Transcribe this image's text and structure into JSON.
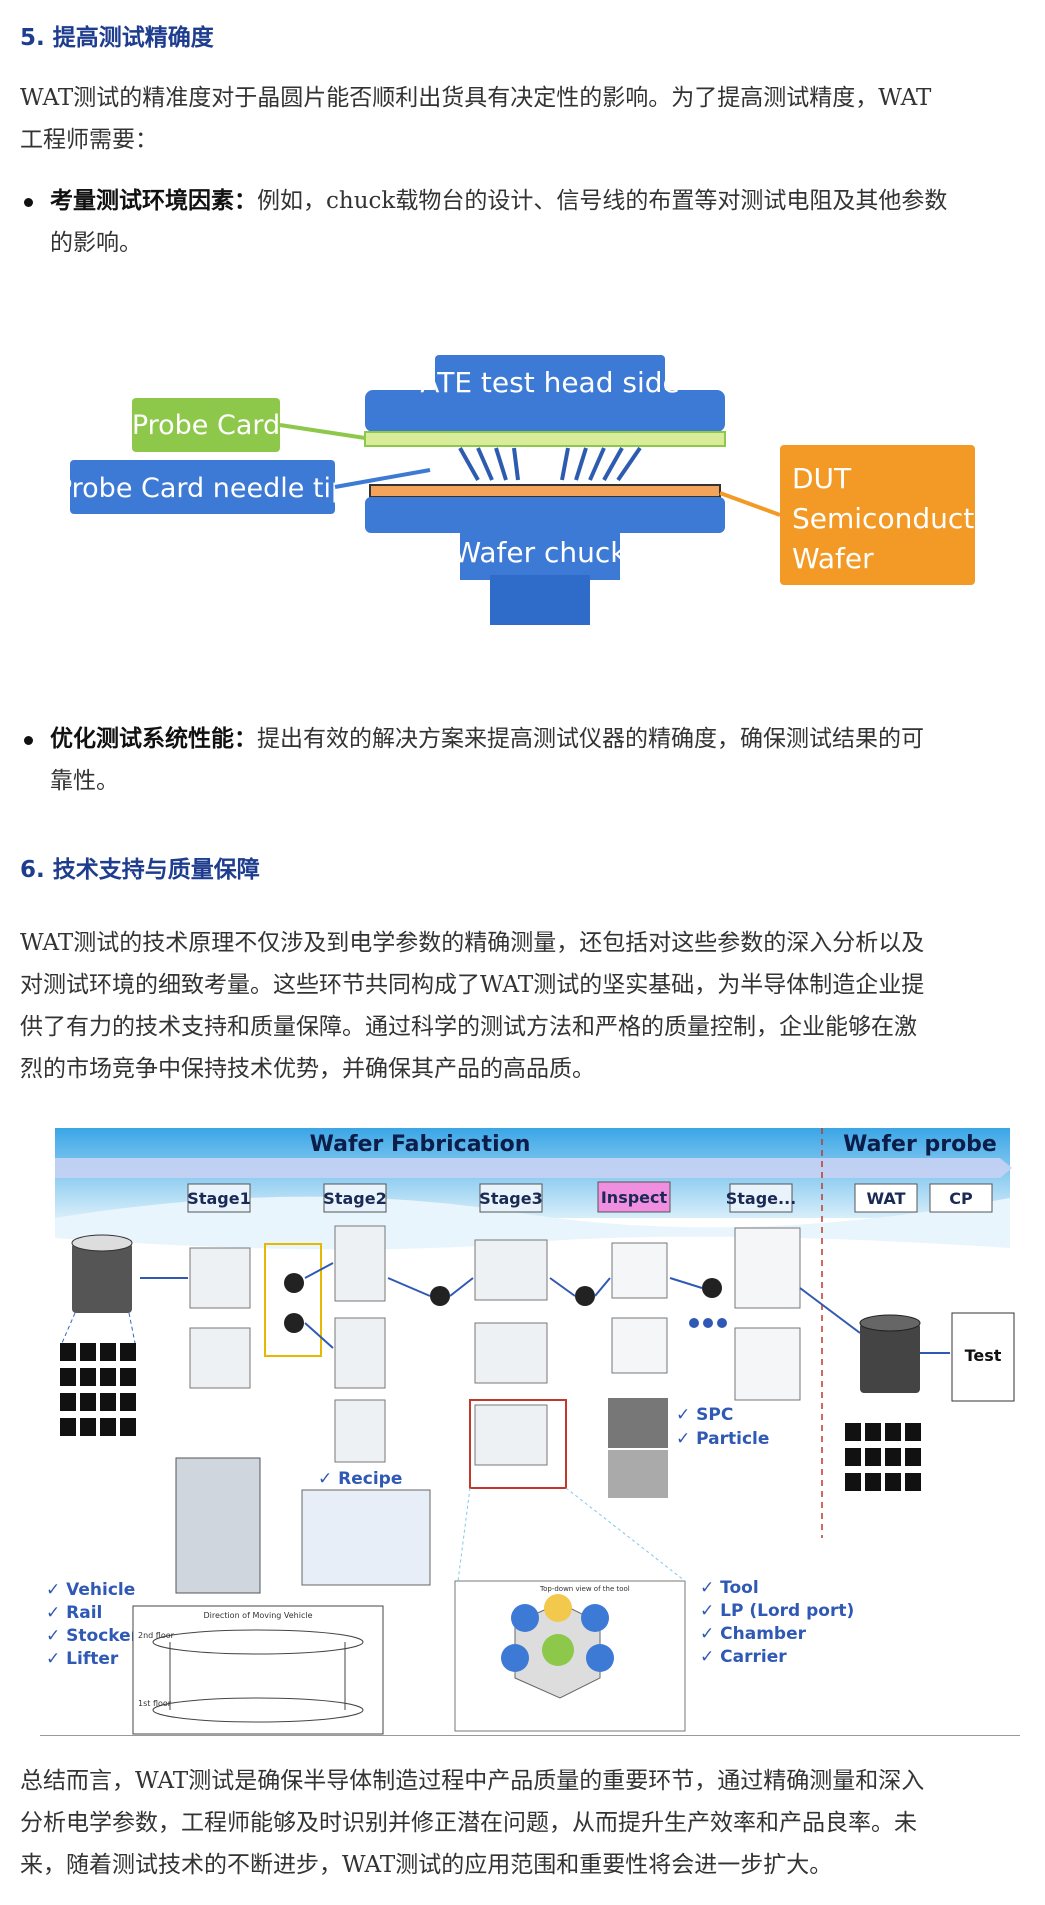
{
  "s5": {
    "heading": "5. 提高测试精确度",
    "intro_l1": "WAT测试的精准度对于晶圆片能否顺利出货具有决定性的影响。为了提高测试精度，WAT",
    "intro_l2": "工程师需要：",
    "b1_bold": "考量测试环境因素：",
    "b1_text": "例如，chuck载物台的设计、信号线的布置等对测试电阻及其他参数",
    "b1_text2": "的影响。",
    "b2_bold": "优化测试系统性能：",
    "b2_text": "提出有效的解决方案来提高测试仪器的精确度，确保测试结果的可",
    "b2_text2": "靠性。"
  },
  "diagram1": {
    "ate": "ATE test head side",
    "probe_card": "Probe Card",
    "needle": "Probe Card needle tip",
    "chuck": "Wafer chuck",
    "dut1": "DUT",
    "dut2": "Semiconductor",
    "dut3": "Wafer"
  },
  "s6": {
    "heading": "6. 技术支持与质量保障",
    "p1": "WAT测试的技术原理不仅涉及到电学参数的精确测量，还包括对这些参数的深入分析以及",
    "p2": "对测试环境的细致考量。这些环节共同构成了WAT测试的坚实基础，为半导体制造企业提",
    "p3": "供了有力的技术支持和质量保障。通过科学的测试方法和严格的质量控制，企业能够在激",
    "p4": "烈的市场竞争中保持技术优势，并确保其产品的高品质。"
  },
  "diagram2": {
    "fab": "Wafer Fabrication",
    "probe": "Wafer probe",
    "stage1": "Stage1",
    "stage2": "Stage2",
    "stage3": "Stage3",
    "inspect": "Inspect",
    "stage_more": "Stage...",
    "wat": "WAT",
    "cp": "CP",
    "test": "Test",
    "recipe": "✓ Recipe",
    "spc": "✓ SPC",
    "particle": "✓ Particle",
    "vehicle": "✓ Vehicle",
    "rail": "✓ Rail",
    "stocker": "✓ Stocker",
    "lifter": "✓ Lifter",
    "tool": "✓ Tool",
    "lp": "✓ LP (Lord port)",
    "chamber": "✓ Chamber",
    "carrier": "✓ Carrier",
    "moving": "Direction of Moving Vehicle",
    "floor2": "2nd floor",
    "floor1": "1st floor",
    "topdown": "Top-down view of the tool"
  },
  "summary": {
    "l1": "总结而言，WAT测试是确保半导体制造过程中产品质量的重要环节，通过精确测量和深入",
    "l2": "分析电学参数，工程师能够及时识别并修正潜在问题，从而提升生产效率和产品良率。未",
    "l3": "来，随着测试技术的不断进步，WAT测试的应用范围和重要性将会进一步扩大。"
  },
  "colors": {
    "heading": "#1f3d8f",
    "diagram_blue": "#3d7ad6",
    "probe_green": "#8dc84a",
    "dut_orange": "#f39a26",
    "inspect_pink": "#f08fe0"
  }
}
